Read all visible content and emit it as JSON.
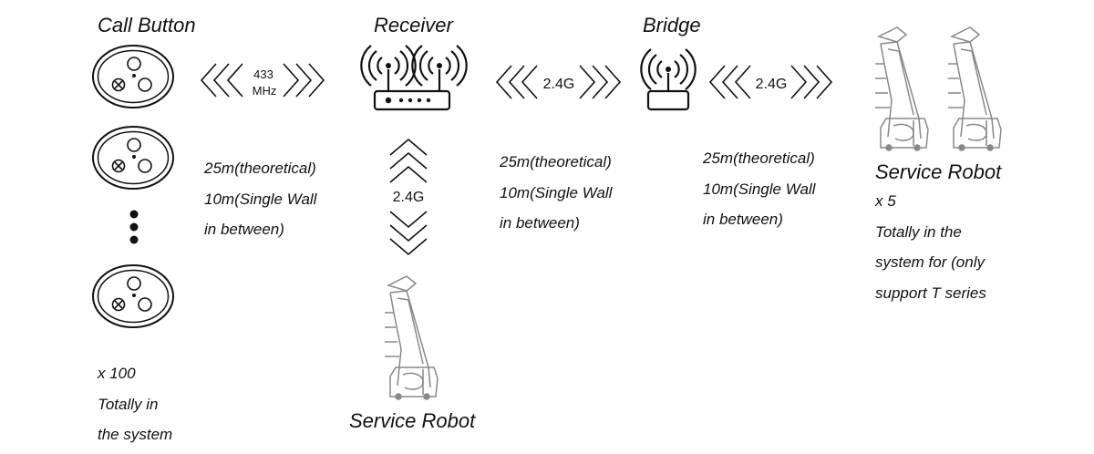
{
  "call_button": {
    "title": "Call Button",
    "count": "x 100",
    "desc_lines": [
      "Totally in",
      "the system"
    ]
  },
  "receiver": {
    "title": "Receiver"
  },
  "bridge": {
    "title": "Bridge"
  },
  "robot_center": {
    "title": "Service Robot"
  },
  "robot_right": {
    "title": "Service Robot",
    "count": "x 5",
    "desc_lines": [
      "Totally in the",
      "system for (only",
      "support T series"
    ]
  },
  "links": {
    "button_receiver": {
      "freq_lines": [
        "433",
        "MHz"
      ],
      "range_lines": [
        "25m(theoretical)",
        "10m(Single Wall",
        "in between)"
      ]
    },
    "receiver_robot": {
      "freq": "2.4G"
    },
    "receiver_bridge": {
      "freq": "2.4G",
      "range_lines": [
        "25m(theoretical)",
        "10m(Single Wall",
        "in between)"
      ]
    },
    "bridge_robot": {
      "freq": "2.4G",
      "range_lines": [
        "25m(theoretical)",
        "10m(Single Wall",
        "in between)"
      ]
    }
  }
}
